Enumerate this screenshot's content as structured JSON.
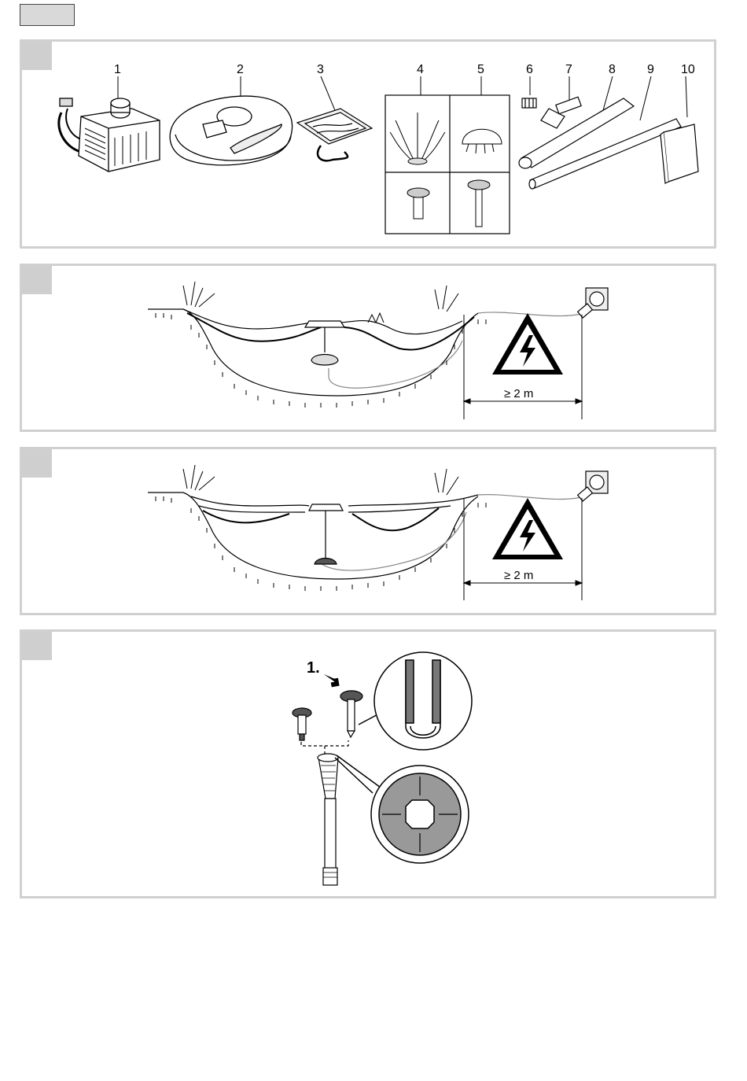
{
  "panels": [
    {
      "parts": [
        {
          "label": "1",
          "icon": "pump-icon"
        },
        {
          "label": "2",
          "icon": "pump-cover-icon"
        },
        {
          "label": "3",
          "icon": "filter-bag-icon"
        },
        {
          "label": "4",
          "icon": "fountain-nozzle-icon"
        },
        {
          "label": "5",
          "icon": "bell-nozzle-icon"
        },
        {
          "label": "6",
          "icon": "adapter-icon"
        },
        {
          "label": "7",
          "icon": "flow-regulator-icon"
        },
        {
          "label": "8",
          "icon": "telescopic-tube-icon"
        },
        {
          "label": "9",
          "icon": "extension-tube-icon"
        },
        {
          "label": "10",
          "icon": "manual-icon"
        }
      ]
    },
    {
      "distance_label": "≥ 2 m",
      "icon": "electric-hazard-icon"
    },
    {
      "distance_label": "≥ 2 m",
      "icon": "electric-hazard-icon"
    },
    {
      "step_label": "1."
    }
  ]
}
